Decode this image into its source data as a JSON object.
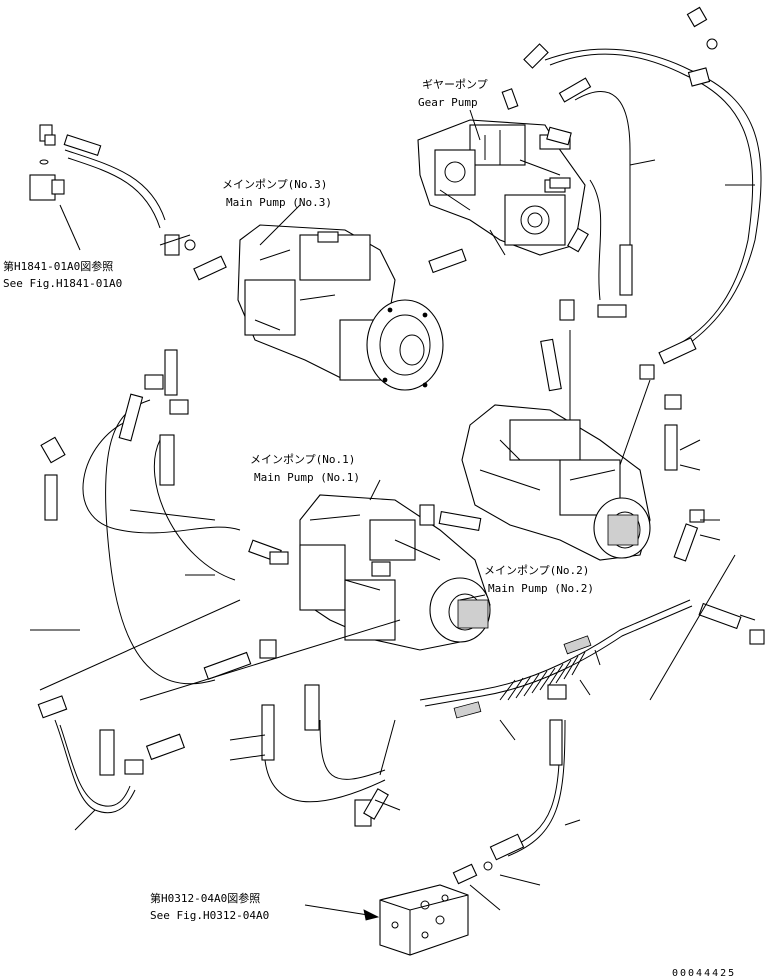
{
  "labels": {
    "gear_pump_jp": "ギヤーポンプ",
    "gear_pump_en": "Gear Pump",
    "main_pump3_jp": "メインポンプ(No.3)",
    "main_pump3_en": "Main Pump (No.3)",
    "main_pump1_jp": "メインポンプ(No.1)",
    "main_pump1_en": "Main Pump (No.1)",
    "main_pump2_jp": "メインポンプ(No.2)",
    "main_pump2_en": "Main Pump (No.2)",
    "ref1_jp": "第H1841-01A0図参照",
    "ref1_en": "See Fig.H1841-01A0",
    "ref2_jp": "第H0312-04A0図参照",
    "ref2_en": "See Fig.H0312-04A0",
    "drawing_number": "00044425"
  }
}
